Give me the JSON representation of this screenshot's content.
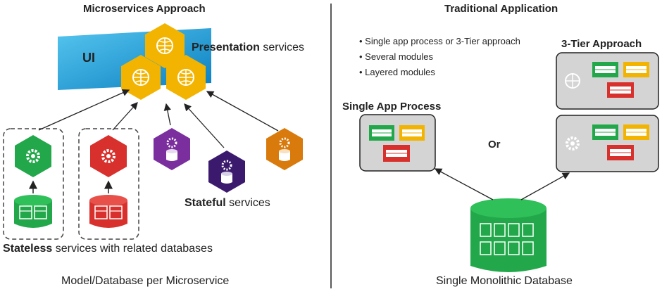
{
  "left": {
    "title": "Microservices Approach",
    "ui_label": "UI",
    "presentation_bold": "Presentation",
    "presentation_rest": " services",
    "stateful_bold": "Stateful",
    "stateful_rest": " services",
    "stateless_bold": "Stateless",
    "stateless_rest": " services with related databases",
    "footer": "Model/Database per Microservice"
  },
  "right": {
    "title": "Traditional Application",
    "bullets": [
      "Single app process or 3-Tier approach",
      "Several modules",
      "Layered modules"
    ],
    "single_app_label": "Single App Process",
    "three_tier_label": "3-Tier Approach",
    "or_label": "Or",
    "footer": "Single Monolithic Database"
  },
  "colors": {
    "presentation": "#f2b400",
    "stateless_green": "#22a84a",
    "stateless_red": "#d8302c",
    "purple": "#7b2f9e",
    "dark_purple": "#3b1a6e",
    "orange": "#d97a0c",
    "ui_blue": "#1aa3d9",
    "module_green": "#22a84a",
    "module_yellow": "#f2b400",
    "module_red": "#d8302c",
    "box_gray": "#d4d4d4",
    "db_green": "#22a84a"
  }
}
